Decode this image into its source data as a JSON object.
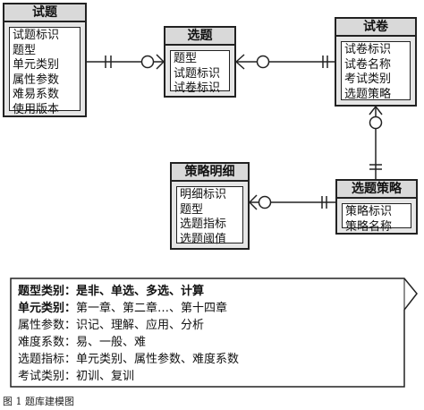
{
  "entities": {
    "shiti": {
      "title": "试题",
      "attrs": [
        "试题标识",
        "题型",
        "单元类别",
        "属性参数",
        "难易系数",
        "使用版本"
      ]
    },
    "xuanti": {
      "title": "选题",
      "attrs": [
        "题型",
        "试题标识",
        "试卷标识"
      ]
    },
    "shijuan": {
      "title": "试卷",
      "attrs": [
        "试卷标识",
        "试卷名称",
        "考试类别",
        "选题策略"
      ]
    },
    "celue_mingxi": {
      "title": "策略明细",
      "attrs": [
        "明细标识",
        "题型",
        "选题指标",
        "选题阈值"
      ]
    },
    "xuanti_celue": {
      "title": "选题策略",
      "attrs": [
        "策略标识",
        "策略名称"
      ]
    }
  },
  "legend": [
    {
      "key": "题型类别：",
      "value": "是非、单选、多选、计算",
      "bold": true
    },
    {
      "key": "单元类别：",
      "value": "第一章、第二章…、第十四章",
      "bold": false
    },
    {
      "key": "属性参数：",
      "value": "识记、理解、应用、分析",
      "bold": false
    },
    {
      "key": "难度系数：",
      "value": "易、一般、难",
      "bold": false
    },
    {
      "key": "选题指标：",
      "value": "单元类别、属性参数、难度系数",
      "bold": false
    },
    {
      "key": "考试类别：",
      "value": "初训、复训",
      "bold": false
    }
  ],
  "caption": "图 1  题库建模图"
}
